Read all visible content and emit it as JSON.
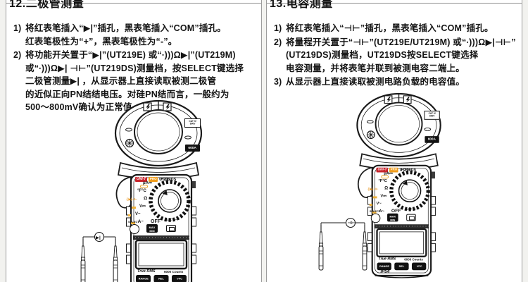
{
  "page": {
    "bg": "#f2f2ef",
    "panel_bg": "#ffffff",
    "rule_color": "#8f8f8f",
    "ink": "#141414",
    "accent_orange": "#e8951c",
    "accent_red": "#c8242c"
  },
  "sections": [
    {
      "title": "12.二极管测量",
      "steps": [
        {
          "num": "1)",
          "text": "将红表笔插入“▶|”插孔，黑表笔插入“COM”插孔。\n红表笔极性为“+”，黑表笔极性为“-”。"
        },
        {
          "num": "2)",
          "text": "将功能开关置于“▶|”(UT219E) 或“∙)))Ω▶|”(UT219M)\n或“∙)))Ω▶| ⊣⊢”(UT219DS)测量档，按SELECT键选择\n二极管测量▶| ，从显示器上直接读取被测二极管\n的近似正向PN结结电压。对硅PN结而言，一般约为\n500～800mV确认为正常值。"
        }
      ],
      "circuit_glyph": "▶|"
    },
    {
      "title": "13.电容测量",
      "steps": [
        {
          "num": "1)",
          "text": "将红表笔插入“⊣⊢”插孔，黑表笔插入“COM”插孔。"
        },
        {
          "num": "2)",
          "text": "将量程开关置于“⊣⊢”(UT219E/UT219M) 或“∙)))Ω▶|⊣⊢”\n(UT219DS)测量档，UT219DS按SELECT键选择\n电容测量，并将表笔并联到被测电容二端上。"
        },
        {
          "num": "3)",
          "text": "从显示器上直接读取被测电路负载的电容值。"
        }
      ],
      "circuit_glyph": "⊣⊢"
    }
  ],
  "meter": {
    "brand": "UNI-T",
    "brand_tag": "PRO",
    "model": "UT219DS",
    "cat_rating": "CAT IV\n600V",
    "clamp_rating": "600A",
    "dial": {
      "hz": "Hz%",
      "ua": "μA⎓",
      "temp": "°F°C",
      "ohm": "Ω",
      "ohm_alt": "∙))▶|⊣⊢",
      "vdc": "V⎓",
      "vac": "V~",
      "aac": "A~",
      "off": "OFF",
      "loz": "LoZ V~"
    },
    "select_label": "SELECT",
    "maxmin_label": "MAX\nMIN",
    "true_rms": "True RMS",
    "counts": "6000 Counts",
    "buttons": [
      "RANGE",
      "REL",
      "VFC"
    ],
    "ip_rating": "IP54"
  }
}
